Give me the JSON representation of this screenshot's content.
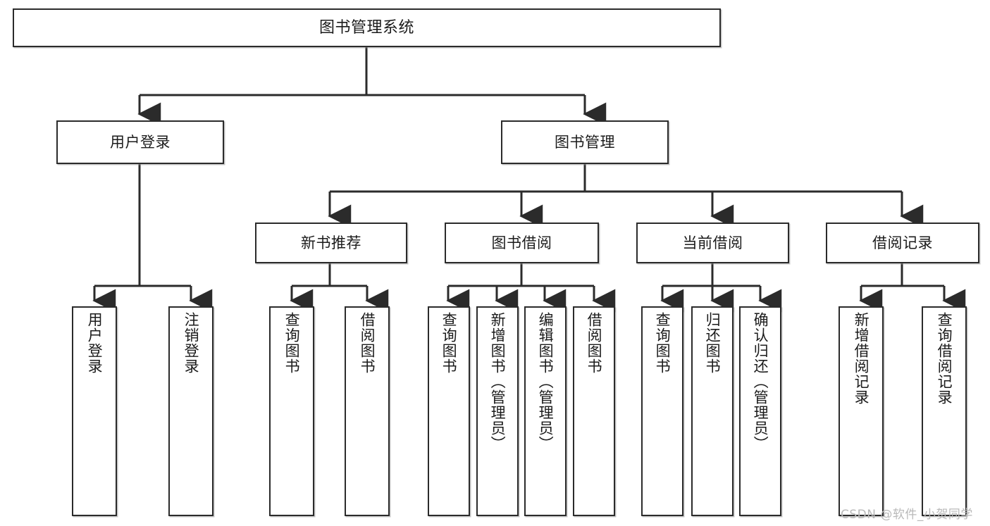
{
  "diagram": {
    "type": "tree-hierarchy",
    "title": "图书管理系统",
    "root": {
      "label": "图书管理系统"
    },
    "level2": [
      {
        "id": "user-login",
        "label": "用户登录"
      },
      {
        "id": "book-manage",
        "label": "图书管理"
      }
    ],
    "level3": [
      {
        "id": "new-book-recommend",
        "label": "新书推荐",
        "parent": "book-manage"
      },
      {
        "id": "book-borrow",
        "label": "图书借阅",
        "parent": "book-manage"
      },
      {
        "id": "current-borrow",
        "label": "当前借阅",
        "parent": "book-manage"
      },
      {
        "id": "borrow-record",
        "label": "借阅记录",
        "parent": "book-manage"
      }
    ],
    "leaves": [
      {
        "id": "leaf-user-login",
        "label": "用户登录",
        "parent": "user-login"
      },
      {
        "id": "leaf-user-logout",
        "label": "注销登录",
        "parent": "user-login"
      },
      {
        "id": "leaf-query-book-1",
        "label": "查询图书",
        "parent": "new-book-recommend"
      },
      {
        "id": "leaf-borrow-book-1",
        "label": "借阅图书",
        "parent": "new-book-recommend"
      },
      {
        "id": "leaf-query-book-2",
        "label": "查询图书",
        "parent": "book-borrow"
      },
      {
        "id": "leaf-add-book",
        "label": "新增图书（管理员）",
        "parent": "book-borrow"
      },
      {
        "id": "leaf-edit-book",
        "label": "编辑图书（管理员）",
        "parent": "book-borrow"
      },
      {
        "id": "leaf-borrow-book-2",
        "label": "借阅图书",
        "parent": "book-borrow"
      },
      {
        "id": "leaf-query-book-3",
        "label": "查询图书",
        "parent": "current-borrow"
      },
      {
        "id": "leaf-return-book",
        "label": "归还图书",
        "parent": "current-borrow"
      },
      {
        "id": "leaf-confirm-return",
        "label": "确认归还（管理员）",
        "parent": "current-borrow"
      },
      {
        "id": "leaf-add-record",
        "label": "新增借阅记录",
        "parent": "borrow-record"
      },
      {
        "id": "leaf-query-record",
        "label": "查询借阅记录",
        "parent": "borrow-record"
      }
    ]
  },
  "watermark": {
    "text": "CSDN @软件_小贺同学"
  },
  "colors": {
    "stroke": "#2b2b2b",
    "fill": "#ffffff",
    "text": "#1b1b1b",
    "watermark": "#b9b9b9"
  }
}
